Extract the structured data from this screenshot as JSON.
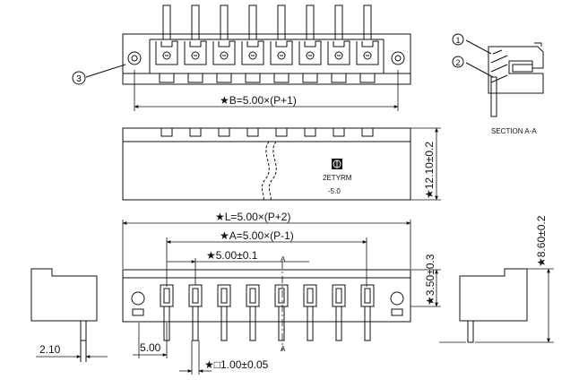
{
  "top_view": {
    "callout": "3",
    "dim_B": "★B=5.00×(P+1)"
  },
  "front_view": {
    "logo_text": "2ETYRM",
    "part_text": "-5.0",
    "dim_height": "★12.10±0.2"
  },
  "section_view": {
    "callout_1": "1",
    "callout_2": "2",
    "label": "SECTION A-A"
  },
  "bottom_view": {
    "dim_L": "★L=5.00×(P+2)",
    "dim_A": "★A=5.00×(P-1)",
    "dim_pitch": "★5.00±0.1",
    "dim_edge": "5.00",
    "dim_pin": "★□1.00±0.05",
    "dim_3_50": "★3.50±0.3",
    "dim_8_60": "★8.60±0.2",
    "section_mark": "A"
  },
  "side_left": {
    "dim_2_10": "2.10"
  }
}
